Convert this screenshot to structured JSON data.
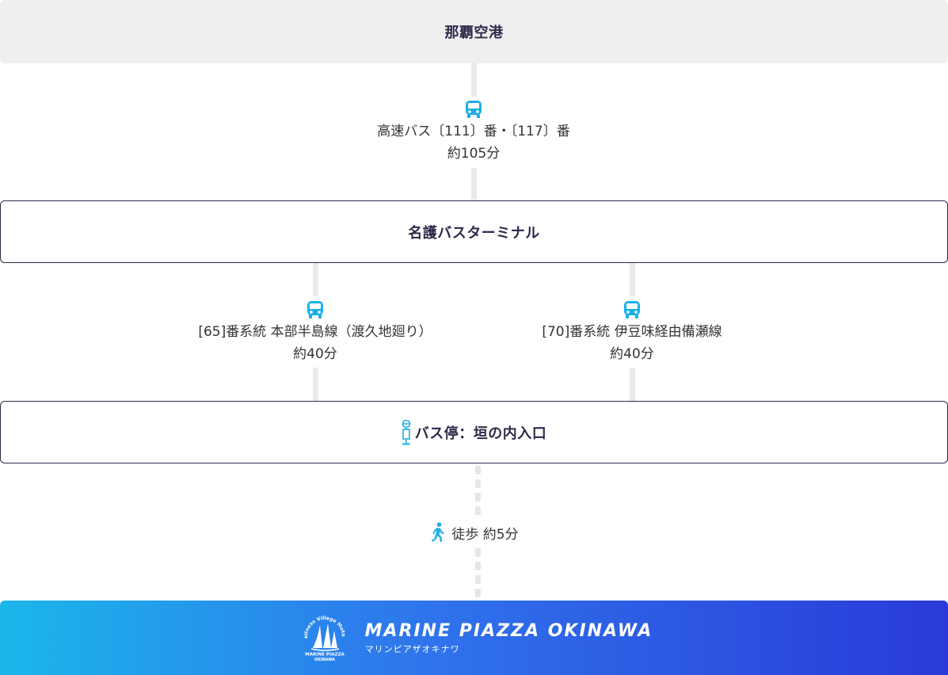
{
  "airport": {
    "name": "那覇空港"
  },
  "route1": {
    "label": "高速バス〔111〕番・〔117〕番",
    "duration": "約105分",
    "icon": "bus-icon"
  },
  "terminal": {
    "name": "名護バスターミナル"
  },
  "route2a": {
    "label": "[65]番系統 本部半島線（渡久地廻り）",
    "duration": "約40分",
    "icon": "bus-icon"
  },
  "route2b": {
    "label": "[70]番系統 伊豆味経由備瀬線",
    "duration": "約40分",
    "icon": "bus-icon"
  },
  "bus_stop": {
    "name": "バス停：垣の内入口",
    "icon": "bus-stop-icon"
  },
  "walk": {
    "label": "徒歩 約5分",
    "icon": "walking-icon"
  },
  "destination": {
    "name": "MARINE PIAZZA OKINAWA",
    "kana": "マリンピアザオキナワ",
    "logo_text": [
      "Wellness Village Motobu",
      "MARINE PIAZZA",
      "OKINAWA"
    ]
  },
  "colors": {
    "accent": "#1ab0e8",
    "box_border": "#2d2a4a",
    "gradient_start": "#1bb6ea",
    "gradient_end": "#2a3ad8"
  }
}
